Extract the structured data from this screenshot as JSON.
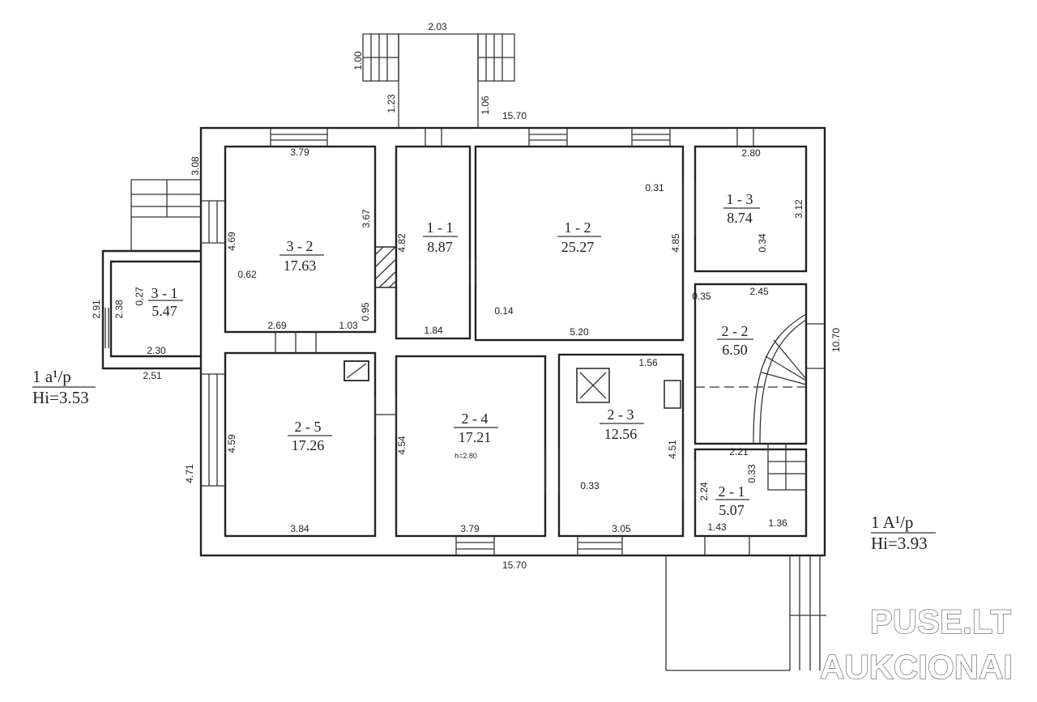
{
  "rooms": [
    {
      "id": "3 - 2",
      "area": "17.63"
    },
    {
      "id": "1 - 1",
      "area": "8.87"
    },
    {
      "id": "1 - 2",
      "area": "25.27"
    },
    {
      "id": "1 - 3",
      "area": "8.74"
    },
    {
      "id": "3 - 1",
      "area": "5.47"
    },
    {
      "id": "2 - 2",
      "area": "6.50"
    },
    {
      "id": "2 - 5",
      "area": "17.26"
    },
    {
      "id": "2 - 4",
      "area": "17.21"
    },
    {
      "id": "2 - 3",
      "area": "12.56"
    },
    {
      "id": "2 - 1",
      "area": "5.07"
    }
  ],
  "ceiling_note": "h=2.80",
  "dimensions": {
    "porch_width": "2.03",
    "porch_stair": "1.00",
    "porch_left": "1.23",
    "porch_right": "1.06",
    "top_total": "15.70",
    "bottom_total": "15.70",
    "right_total": "10.70",
    "r32_top": "3.79",
    "r32_side": "3.67",
    "r32_left": "4.69",
    "r32_b1": "2.69",
    "r32_b2": "1.03",
    "r32_b3": "0.95",
    "r32_wall": "0.62",
    "left_ext": "3.08",
    "r31_outer": "2.91",
    "r31_inner": "2.38",
    "r31_wall": "0.27",
    "r31_bottom": "2.30",
    "r31_outer_bottom": "2.51",
    "r11_side": "4.82",
    "r11_bottom": "1.84",
    "r11_wall": "0.14",
    "r12_wall": "0.31",
    "r12_side": "4.85",
    "r12_bottom": "5.20",
    "r13_top": "2.80",
    "r13_side": "3.12",
    "r13_wall": "0.34",
    "r22_top": "2.45",
    "r22_flue": "0.35",
    "r25_side": "4.59",
    "r25_bottom": "3.84",
    "left_lower": "4.71",
    "r24_side": "4.54",
    "r24_bottom": "3.79",
    "r24_wall": "0.33",
    "r23_top": "1.56",
    "r23_side": "4.51",
    "r23_bottom": "3.05",
    "r21_top": "2.21",
    "r21_side": "2.24",
    "r21_wall": "0.33",
    "r21_b1": "1.43",
    "r21_b2": "1.36"
  },
  "levels": [
    {
      "code": "1 a¹/p",
      "height": "Hi=3.53"
    },
    {
      "code": "1 A¹/p",
      "height": "Hi=3.93"
    }
  ],
  "watermark": {
    "line1": "PUSE.LT",
    "line2": "AUKCIONAI"
  }
}
